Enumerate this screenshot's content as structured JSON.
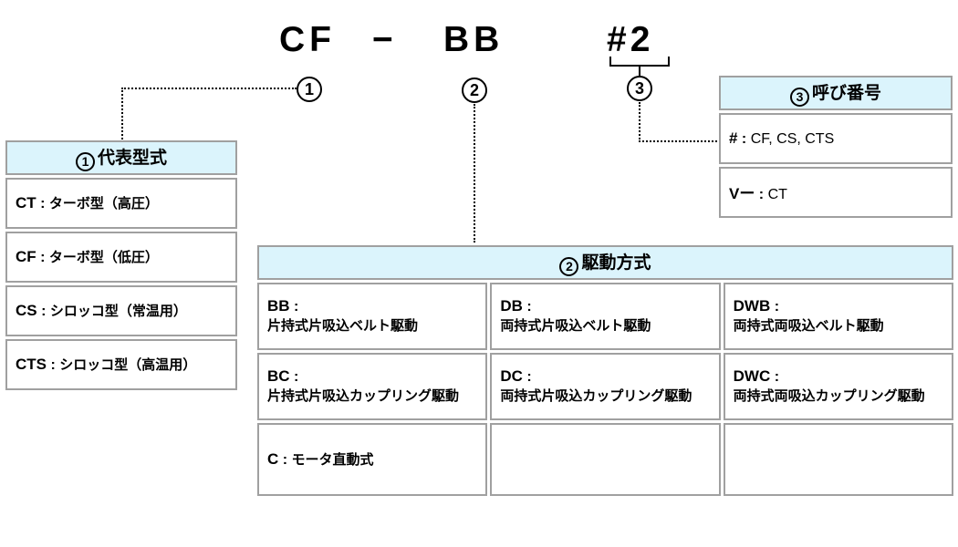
{
  "ui": {
    "sep": " : ",
    "colon": " :"
  },
  "colors": {
    "header_bg": "#dbf4fc",
    "table_border": "#a0a0a0",
    "text": "#000000"
  },
  "title": {
    "part1": "CF",
    "dash": "−",
    "part2": "BB",
    "part3": "#2"
  },
  "markers": {
    "m1": "1",
    "m2": "2",
    "m3": "3"
  },
  "model_table": {
    "header": {
      "num": "1",
      "label": "代表型式"
    },
    "rows": [
      {
        "code": "CT",
        "desc": "ターボ型（高圧）"
      },
      {
        "code": "CF",
        "desc": "ターボ型（低圧）"
      },
      {
        "code": "CS",
        "desc": "シロッコ型（常温用）"
      },
      {
        "code": "CTS",
        "desc": "シロッコ型（高温用）"
      }
    ]
  },
  "drive_table": {
    "header": {
      "num": "2",
      "label": "駆動方式"
    },
    "cells": [
      {
        "code": "BB",
        "desc": "片持式片吸込ベルト駆動"
      },
      {
        "code": "DB",
        "desc": "両持式片吸込ベルト駆動"
      },
      {
        "code": "DWB",
        "desc": "両持式両吸込ベルト駆動"
      },
      {
        "code": "BC",
        "desc": "片持式片吸込カップリング駆動"
      },
      {
        "code": "DC",
        "desc": "両持式片吸込カップリング駆動"
      },
      {
        "code": "DWC",
        "desc": "両持式両吸込カップリング駆動"
      },
      {
        "code": "C",
        "desc": "モータ直動式"
      }
    ]
  },
  "number_table": {
    "header": {
      "num": "3",
      "label": "呼び番号"
    },
    "rows": [
      {
        "code": "#",
        "desc": "CF, CS, CTS"
      },
      {
        "code": "Vー",
        "desc": "CT"
      }
    ]
  }
}
